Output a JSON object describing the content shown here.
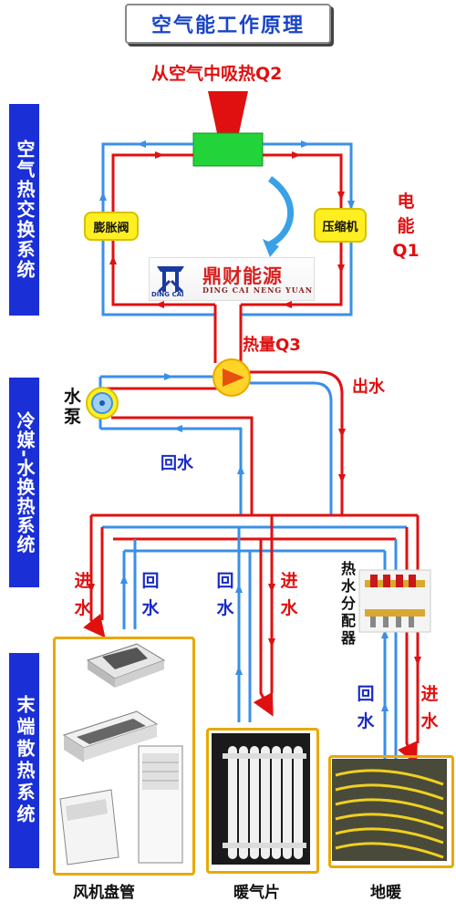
{
  "title": "空气能工作原理",
  "source_label": "从空气中吸热Q2",
  "sections": {
    "air_exchange": "空气热交换系统",
    "water_exchange": "冷媒-水换热系统",
    "terminal": "末端散热系统"
  },
  "components": {
    "expansion_valve": "膨胀阀",
    "compressor": "压缩机",
    "water_pump": "水泵",
    "manifold": "热水分配器"
  },
  "energy": {
    "electric": "电能Q1",
    "heat": "热量Q3"
  },
  "flow": {
    "outlet": "出水",
    "return": "回水",
    "inlet": "进水"
  },
  "logo": {
    "name_cn": "鼎财能源",
    "name_en": "DING CAI NENG YUAN",
    "brand_small": "DING CAI",
    "mark": "鼎财"
  },
  "terminals": {
    "fan_coil": "风机盘管",
    "radiator": "暖气片",
    "floor_heating": "地暖"
  },
  "colors": {
    "hot": "#e01010",
    "cold": "#3a8fe8",
    "section_bg": "#1a2fd6",
    "frame": "#e8a800"
  }
}
